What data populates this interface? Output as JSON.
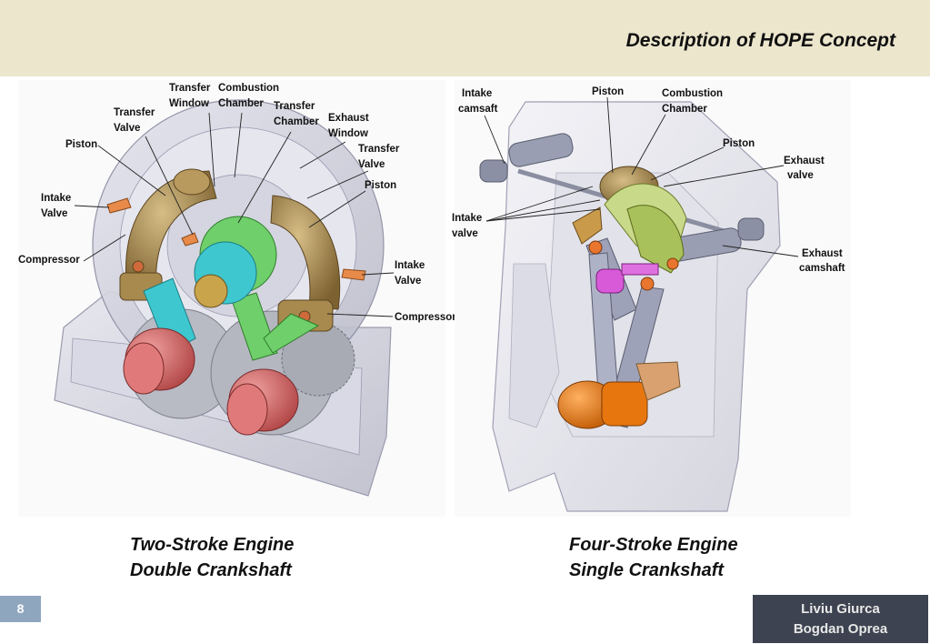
{
  "header": {
    "title": "Description of HOPE Concept"
  },
  "two_stroke": {
    "labels": {
      "transfer_window": [
        "Transfer",
        "Window"
      ],
      "combustion_chamber": [
        "Combustion",
        "Chamber"
      ],
      "transfer_chamber": [
        "Transfer",
        "Chamber"
      ],
      "transfer_valve_left": [
        "Transfer",
        "Valve"
      ],
      "exhaust_window": [
        "Exhaust",
        "Window"
      ],
      "piston_left": [
        "Piston"
      ],
      "transfer_valve_right": [
        "Transfer",
        "Valve"
      ],
      "piston_right": [
        "Piston"
      ],
      "intake_valve_left": [
        "Intake",
        "Valve"
      ],
      "compressor_left": [
        "Compressor"
      ],
      "intake_valve_right": [
        "Intake",
        "Valve"
      ],
      "compressor_right": [
        "Compressor"
      ]
    },
    "caption": [
      "Two-Stroke Engine",
      "Double Crankshaft"
    ]
  },
  "four_stroke": {
    "labels": {
      "intake_camshaft": [
        "Intake",
        "camsaft"
      ],
      "piston_top": [
        "Piston"
      ],
      "combustion_chamber": [
        "Combustion",
        "Chamber"
      ],
      "piston_right": [
        "Piston"
      ],
      "exhaust_valve": [
        "Exhaust",
        "valve"
      ],
      "intake_valve": [
        "Intake",
        "valve"
      ],
      "exhaust_camshaft": [
        "Exhaust",
        "camshaft"
      ]
    },
    "caption": [
      "Four-Stroke Engine",
      "Single Crankshaft"
    ]
  },
  "footer": {
    "page_number": "8",
    "authors": [
      "Liviu Giurca",
      "Bogdan Oprea"
    ]
  },
  "colors": {
    "header_bg": "#ece6cd",
    "page_badge": "#8fa6bf",
    "author_box": "#3d4350",
    "piston_bronze": "#a88a4e",
    "crank_red": "#d86a6a",
    "rod_cyan": "#3ec7cf",
    "rod_green": "#6fcf6a",
    "crank_orange": "#e8760e",
    "pin_magenta": "#d85ad8",
    "valve_orange": "#e88a4a"
  }
}
